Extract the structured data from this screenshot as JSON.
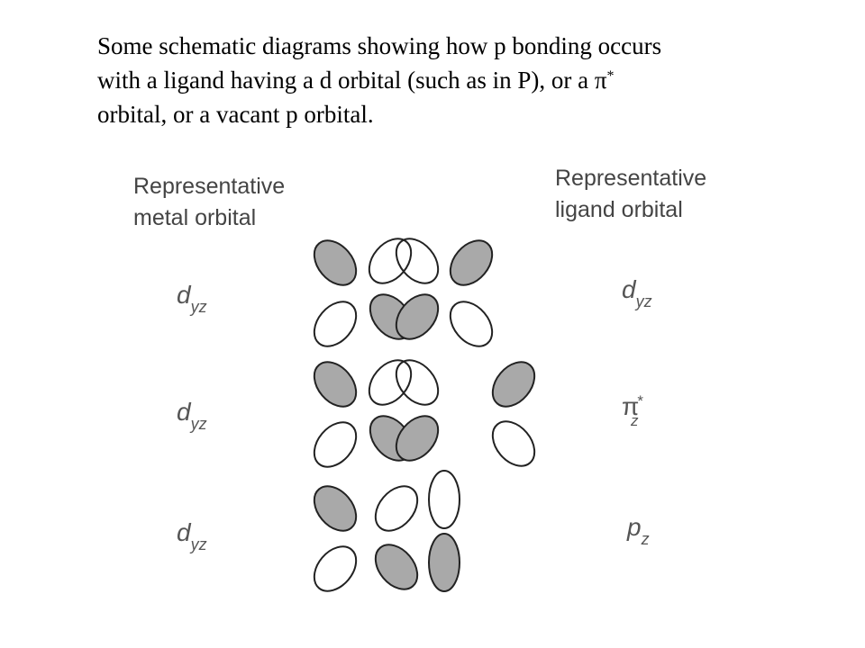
{
  "caption": {
    "line1": "Some schematic diagrams showing how p bonding occurs",
    "line2_text": "with a ligand having a d orbital (such as in P), or a",
    "line2_symbol": "π",
    "line2_superscript": "*",
    "line3": "orbital, or a vacant p orbital."
  },
  "headers": {
    "metal": {
      "line1": "Representative",
      "line2": "metal orbital"
    },
    "ligand": {
      "line1": "Representative",
      "line2": "ligand orbital"
    }
  },
  "rows": [
    {
      "metal": {
        "base": "d",
        "sub": "yz"
      },
      "ligand": {
        "base": "d",
        "sub": "yz"
      }
    },
    {
      "metal": {
        "base": "d",
        "sub": "yz"
      },
      "ligand": {
        "base": "π",
        "sup": "*",
        "sub": "z"
      }
    },
    {
      "metal": {
        "base": "d",
        "sub": "yz"
      },
      "ligand": {
        "base": "p",
        "sub": "z"
      }
    }
  ],
  "colors": {
    "shaded_lobe": "#a9a9a9",
    "outline": "#222222",
    "label_text": "#555555"
  }
}
